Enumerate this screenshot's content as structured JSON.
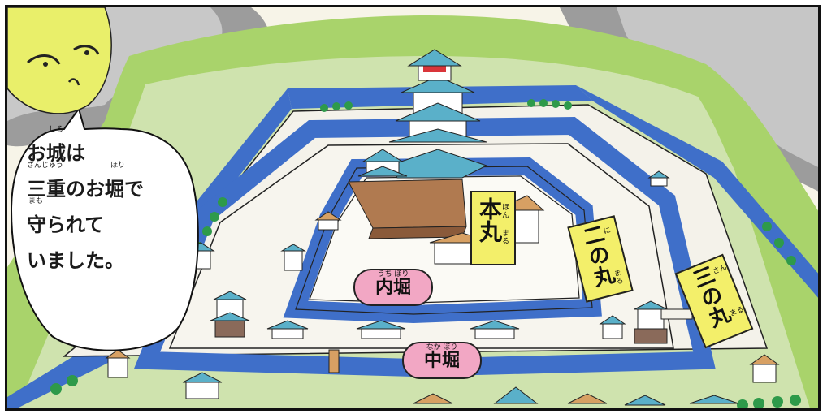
{
  "bubble": {
    "lines": [
      {
        "text": "お城は",
        "ruby": "しろ"
      },
      {
        "text": "三重のお堀で",
        "ruby_a": "さんじゅう",
        "ruby_b": "ほり"
      },
      {
        "text": "守られて",
        "ruby": "まも"
      },
      {
        "text": "いました。"
      }
    ]
  },
  "labels": {
    "uchibori": {
      "text": "内堀",
      "ruby": "うち ぼり"
    },
    "nakabori": {
      "text": "中堀",
      "ruby": "なか ぼり"
    },
    "honmaru": {
      "text": "本丸",
      "ruby_1": "ほん",
      "ruby_2": "まる"
    },
    "ninomaru": {
      "text": "二の丸",
      "ruby_1": "に",
      "ruby_2": "まる"
    },
    "sannomaru": {
      "text": "三の丸",
      "ruby_1": "さん",
      "ruby_2": "まる"
    }
  },
  "colors": {
    "sky_cloud": "#bdbdbd",
    "grass": "#a9d36b",
    "moat": "#3f6fc9",
    "moon": "#e9ef6a",
    "pink_label": "#f2a7c4",
    "yellow_label": "#f3ef6a",
    "roof": "#5ab0c9",
    "wall_brown": "#b07a50"
  }
}
